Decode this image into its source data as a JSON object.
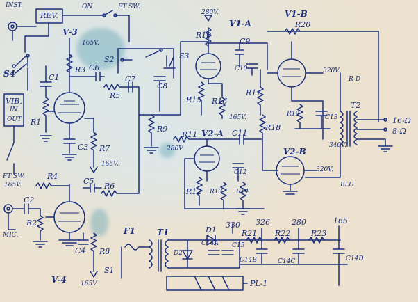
{
  "labels": {
    "inst": "INST.",
    "rev": "REV.",
    "on": "ON",
    "ft_sw_top": "FT SW.",
    "v3": "V-3",
    "v3_volt": "165V.",
    "s2": "S2",
    "s3": "S3",
    "s4": "S4",
    "c1": "C1",
    "c3": "C3",
    "c6": "C6",
    "c7": "C7",
    "c8": "C8",
    "c9": "C9",
    "c10": "C10",
    "r1": "R1",
    "r3": "R3",
    "r5": "R5",
    "r7": "R7",
    "r7_volt": "165V.",
    "r9": "R9",
    "r10": "R10",
    "r10_volt": "280V.",
    "v1a": "V1-A",
    "v1b": "V1-B",
    "r20": "R20",
    "v1b_volt": "320V.",
    "r_d": "R-D",
    "r15": "R15",
    "r16": "R16",
    "r16_volt": "165V.",
    "r17": "R17",
    "r18": "R18",
    "r19": "R19",
    "c13": "C13",
    "t2": "T2",
    "out_16": "16-Ω",
    "out_8": "8-Ω",
    "volt_340": "340V.",
    "r11": "R11",
    "r11_volt": "280V.",
    "v2a": "V2-A",
    "c11": "C11",
    "c12": "C12",
    "v2b": "V2-B",
    "v2b_volt": "320V.",
    "blu": "BLU",
    "r12": "R12",
    "r13": "R13",
    "r14": "R14",
    "vib": "VIB.",
    "vib_in": "IN",
    "vib_out": "OUT",
    "ft_sw_left": "FT SW.",
    "r4": "R4",
    "r4_volt": "165V.",
    "c5": "C5",
    "r6": "R6",
    "c2": "C2",
    "r2": "R2",
    "mic": "MIC.",
    "c4": "C4",
    "r8": "R8",
    "s1": "S1",
    "v4": "V-4",
    "v4_volt": "165V.",
    "f1": "F1",
    "t1": "T1",
    "d1": "D1",
    "d2": "D2",
    "c14a": "C14A",
    "c15": "C15",
    "c14b": "C14B",
    "c14c": "C14C",
    "c14d": "C14D",
    "r21": "R21",
    "r22": "R22",
    "r23": "R23",
    "v330": "330",
    "v326": "326",
    "v280": "280",
    "v165": "165",
    "pl1": "PL-1"
  }
}
